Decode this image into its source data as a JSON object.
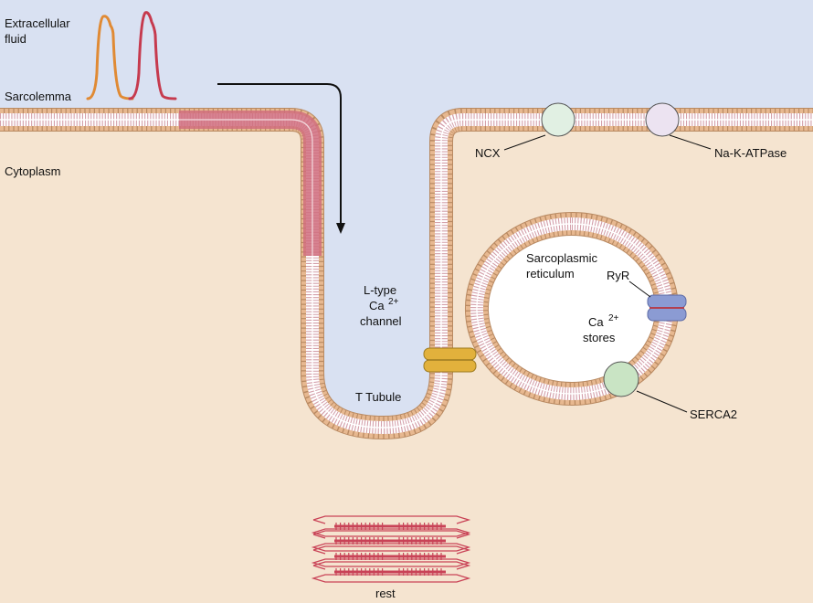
{
  "labels": {
    "extracellular_line1": "Extracellular",
    "extracellular_line2": "fluid",
    "sarcolemma": "Sarcolemma",
    "cytoplasm": "Cytoplasm",
    "ncx": "NCX",
    "nak": "Na-K-ATPase",
    "sr_line1": "Sarcoplasmic",
    "sr_line2": "reticulum",
    "ryr": "RyR",
    "ca_stores_ca": "Ca",
    "ca_stores_sup": "2+",
    "ca_stores_line2": "stores",
    "ltype_line1": "L-type",
    "ltype_ca": "Ca",
    "ltype_sup": "2+",
    "ltype_line3": "channel",
    "t_tubule": "T Tubule",
    "serca2": "SERCA2",
    "rest": "rest"
  },
  "colors": {
    "extracellular": "#d9e1f2",
    "cytoplasm": "#f5e4d0",
    "lipid_head": "#e7b890",
    "lipid_head_stroke": "#b98a62",
    "lipid_tail": "#d4a0ab",
    "depolarized": "#d06d7e",
    "ap_orange": "#e08a34",
    "ap_red": "#c63a4e",
    "ncx": "#e1f0e3",
    "nak": "#ece3f1",
    "serca": "#c9e4c4",
    "ryr": "#8b9bd3",
    "ltype": "#e2b13c",
    "sarcomere": "#c94357"
  }
}
